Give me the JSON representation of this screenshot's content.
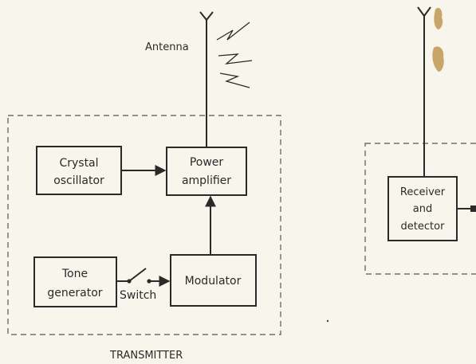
{
  "diagram": {
    "antenna_label": "Antenna",
    "transmitter_label": "TRANSMITTER",
    "blocks": {
      "crystal_oscillator": [
        "Crystal",
        "oscillator"
      ],
      "power_amplifier": [
        "Power",
        "amplifier"
      ],
      "tone_generator": [
        "Tone",
        "generator"
      ],
      "modulator": [
        "Modulator"
      ],
      "receiver": [
        "Receiver",
        "and",
        "detector"
      ]
    },
    "switch_label": "Switch"
  }
}
